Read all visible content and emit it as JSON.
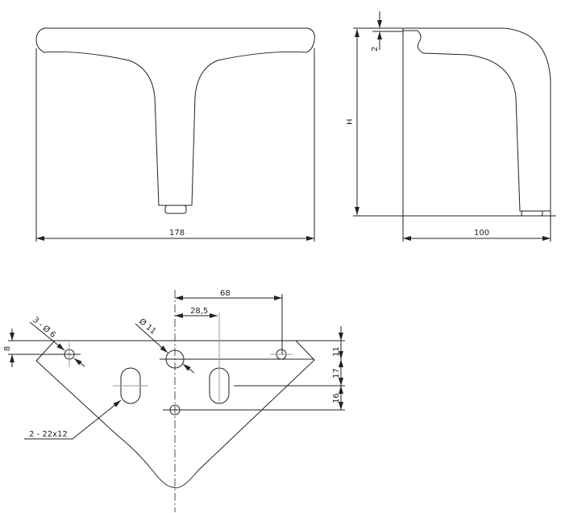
{
  "front_view": {
    "width_dim": "178"
  },
  "side_view": {
    "height_dim": "H",
    "thickness_dim": "2",
    "depth_dim": "100"
  },
  "plate_view": {
    "dim_68": "68",
    "dim_28_5": "28,5",
    "big_hole": "Ø 11",
    "small_holes": "3 - Ø 6",
    "dim_8": "8",
    "dim_11": "11",
    "dim_17": "17",
    "dim_16": "16",
    "slots": "2 - 22x12"
  }
}
